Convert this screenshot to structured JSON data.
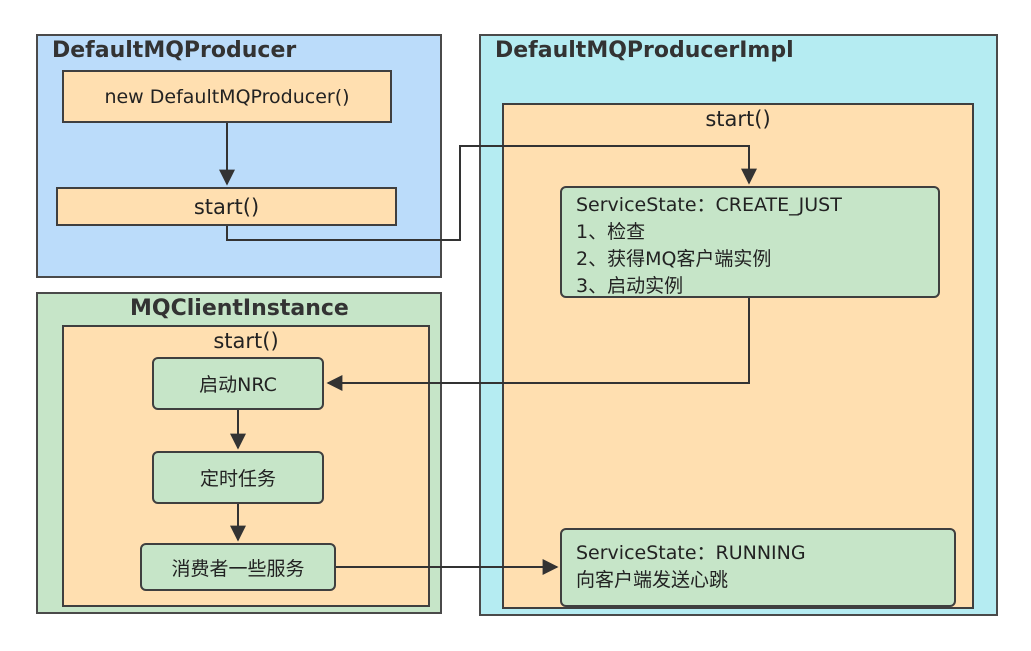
{
  "producer": {
    "title": "DefaultMQProducer",
    "constructor_label": "new DefaultMQProducer()",
    "start_label": "start()"
  },
  "impl": {
    "title": "DefaultMQProducerImpl",
    "start_label": "start()",
    "create_state": {
      "lines": [
        "ServiceState：CREATE_JUST",
        "1、检查",
        "2、获得MQ客户端实例",
        "3、启动实例"
      ]
    },
    "running_state": {
      "lines": [
        "ServiceState：RUNNING",
        "向客户端发送心跳"
      ]
    }
  },
  "client": {
    "title": "MQClientInstance",
    "start_label": "start()",
    "steps": [
      "启动NRC",
      "定时任务",
      "消费者一些服务"
    ]
  },
  "colors": {
    "producer_panel": "#bbdcfa",
    "impl_panel": "#b5ecf2",
    "client_panel": "#c6e5c8",
    "orange_box": "#ffdfb0",
    "green_box": "#c6e5c8",
    "line": "#333333"
  }
}
